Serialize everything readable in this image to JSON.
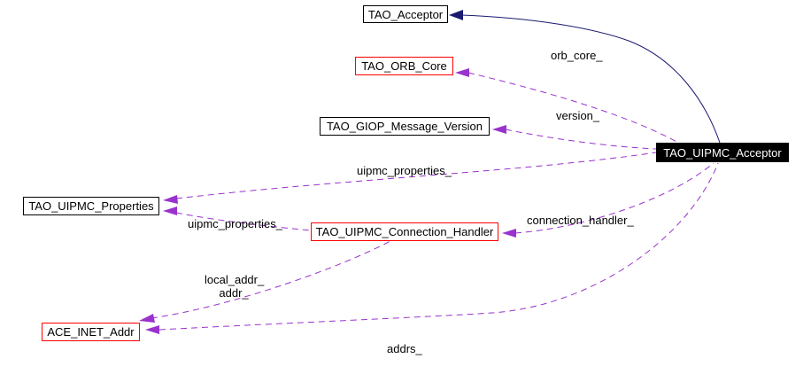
{
  "diagram": {
    "type": "class-collaboration-diagram",
    "background": "#ffffff",
    "colors": {
      "inheritance_edge": "#191970",
      "usage_edge": "#9a32cd",
      "box_border": "#000000",
      "linked_box_border": "#ff0000",
      "main_box_bg": "#000000",
      "main_box_text": "#ffffff",
      "label_text": "#000000"
    },
    "nodes": {
      "tao_acceptor": {
        "label": "TAO_Acceptor"
      },
      "tao_orb_core": {
        "label": "TAO_ORB_Core"
      },
      "tao_giop_message_version": {
        "label": "TAO_GIOP_Message_Version"
      },
      "tao_uipmc_properties": {
        "label": "TAO_UIPMC_Properties"
      },
      "tao_uipmc_connection_handler": {
        "label": "TAO_UIPMC_Connection_Handler"
      },
      "ace_inet_addr": {
        "label": "ACE_INET_Addr"
      },
      "tao_uipmc_acceptor": {
        "label": "TAO_UIPMC_Acceptor"
      }
    },
    "edge_labels": {
      "orb_core": "orb_core_",
      "version": "version_",
      "uipmc_properties_from_acceptor": "uipmc_properties_",
      "uipmc_properties_from_handler": "uipmc_properties_",
      "connection_handler": "connection_handler_",
      "local_addr": "local_addr_",
      "addr": "addr_",
      "addrs": "addrs_"
    }
  }
}
